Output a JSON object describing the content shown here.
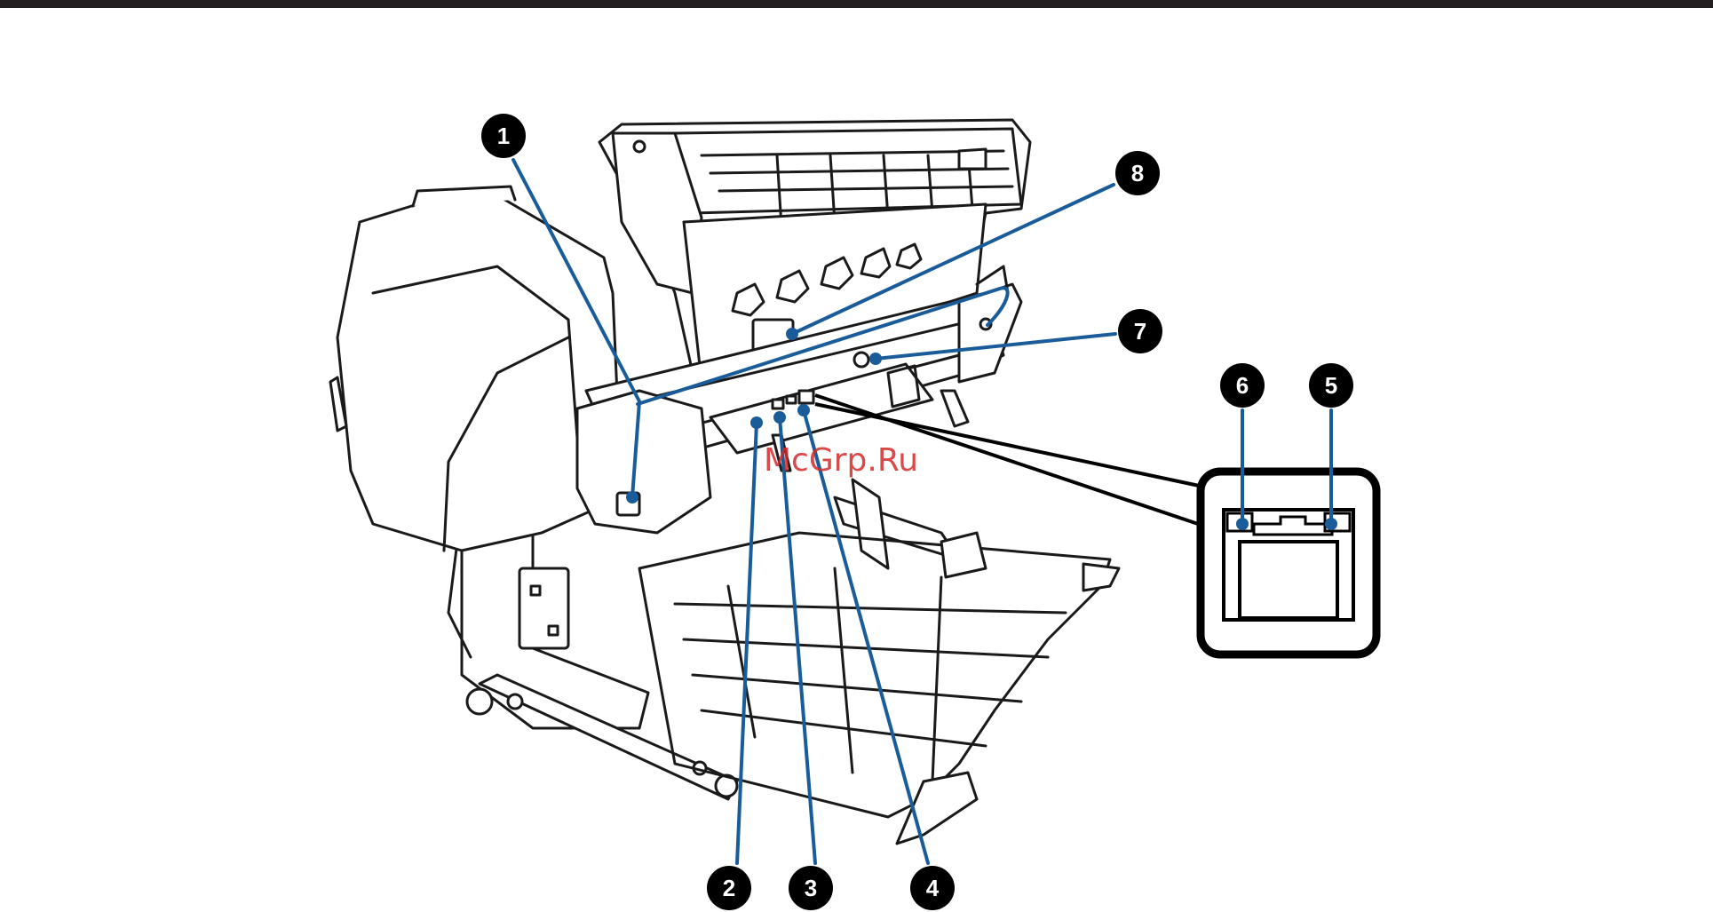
{
  "diagram": {
    "callouts": [
      {
        "id": "1",
        "label": "1"
      },
      {
        "id": "2",
        "label": "2"
      },
      {
        "id": "3",
        "label": "3"
      },
      {
        "id": "4",
        "label": "4"
      },
      {
        "id": "5",
        "label": "5"
      },
      {
        "id": "6",
        "label": "6"
      },
      {
        "id": "7",
        "label": "7"
      },
      {
        "id": "8",
        "label": "8"
      }
    ],
    "watermark": "McGrp.Ru",
    "colors": {
      "leader": "#1a5c99",
      "badge": "#000000",
      "outline": "#1a1a1a",
      "rule": "#231f20",
      "watermark": "#d42a2a"
    }
  }
}
